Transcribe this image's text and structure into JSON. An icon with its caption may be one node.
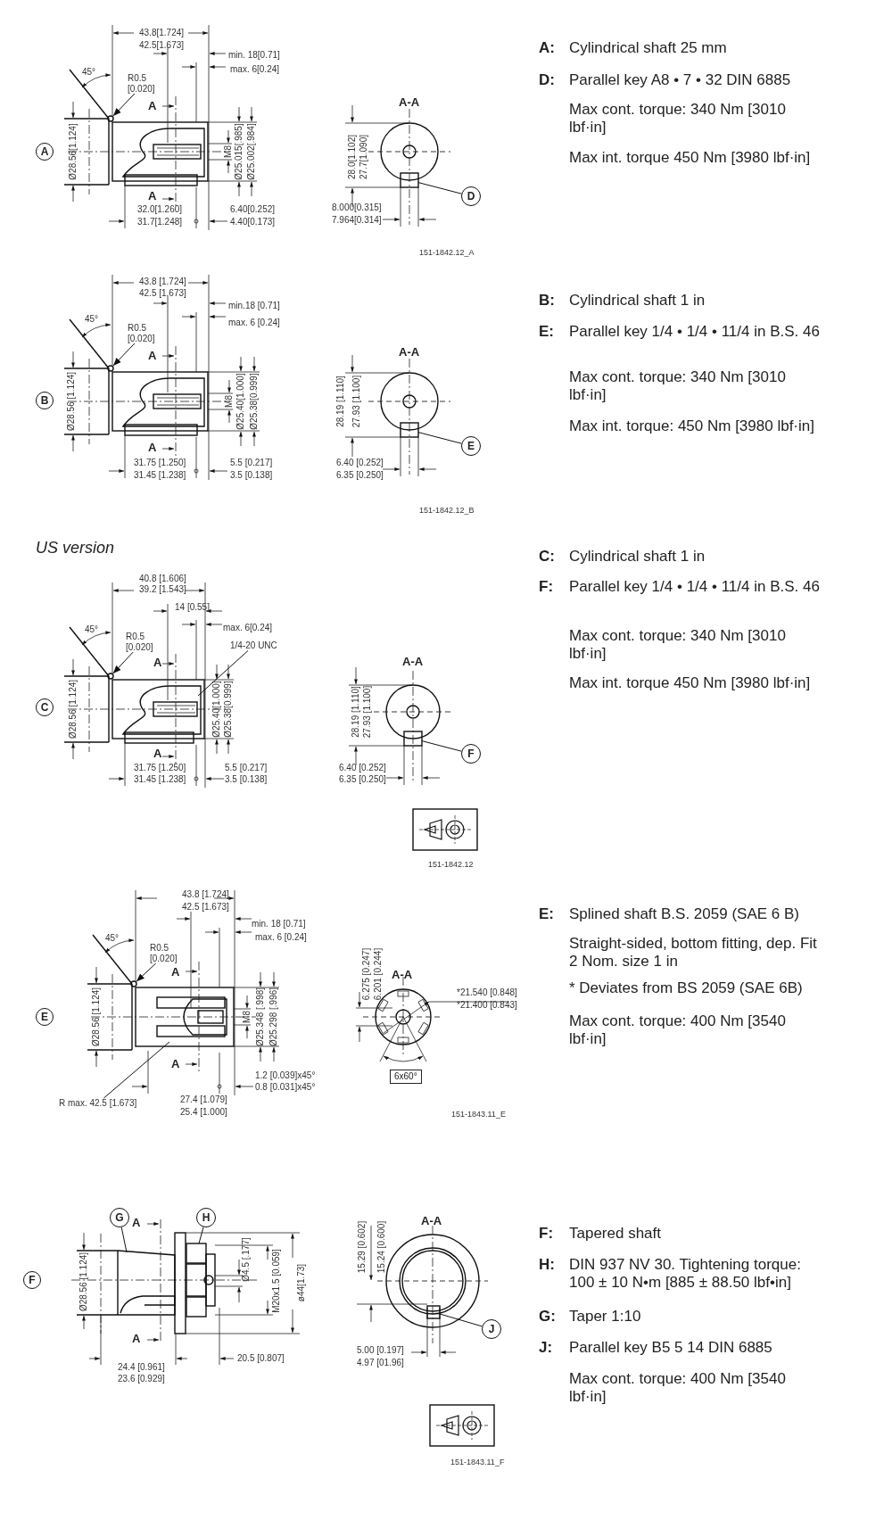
{
  "diagram": {
    "nodes": [
      {
        "text": [
          "A"
        ]
      },
      {
        "text": [
          "R0.5 [0.020]"
        ]
      },
      {
        "text": [
          "D"
        ]
      },
      {
        "text": [],
        "shape": "box"
      },
      {
        "text": [
          "B"
        ]
      },
      {
        "text": [
          "R0.5 [0.020]"
        ]
      },
      {
        "text": [
          "E"
        ]
      },
      {
        "text": [],
        "shape": "box"
      },
      {
        "text": [
          "R0.5 [0.020]"
        ]
      },
      {
        "text": [
          "1/4-20 UNC"
        ]
      },
      {
        "text": [
          "C"
        ]
      },
      {
        "text": [
          "F"
        ]
      },
      {
        "text": [],
        "shape": "box"
      },
      {
        "text": [
          "R0.5 [0.020]"
        ]
      },
      {
        "text": [
          "E"
        ]
      },
      {
        "text": [
          "R max. 42.5 [1.673]"
        ]
      },
      {
        "text": [
          "G"
        ]
      },
      {
        "text": [
          "H"
        ]
      },
      {
        "text": [
          "F"
        ]
      },
      {
        "text": [],
        "shape": "box"
      },
      {
        "text": [
          "J"
        ]
      },
      {
        "text": [],
        "shape": "box"
      },
      {
        "text": [],
        "shape": "circle"
      },
      {
        "text": [],
        "shape": "circle"
      },
      {
        "text": [],
        "shape": "circle"
      },
      {
        "text": [],
        "shape": "circle"
      }
    ],
    "edges": [
      {
        "from": 1,
        "to": 22,
        "arrow": "to"
      },
      {
        "from": 2,
        "to": 3,
        "arrow": "none"
      },
      {
        "from": 5,
        "to": 23,
        "arrow": "to"
      },
      {
        "from": 6,
        "to": 7,
        "arrow": "none"
      },
      {
        "from": 8,
        "to": 24,
        "arrow": "to"
      },
      {
        "from": 9,
        "to": null,
        "arrow": "none"
      },
      {
        "from": 11,
        "to": 12,
        "arrow": "none"
      },
      {
        "from": 13,
        "to": 25,
        "arrow": "to"
      },
      {
        "from": 15,
        "to": null,
        "arrow": "none"
      },
      {
        "from": 16,
        "to": null,
        "arrow": "none"
      },
      {
        "from": 17,
        "to": 19,
        "arrow": "none"
      },
      {
        "from": 20,
        "to": 21,
        "arrow": "none"
      }
    ],
    "labels": [
      "43.8[1.724]",
      "42.5[1.673]",
      "min. 18[0.71]",
      "45°",
      "max. 6[0.24]",
      "A",
      "Ø28.56[1.124]",
      "M8",
      "Ø25.015[.985]",
      "Ø25.002[.984]",
      "A",
      "32.0[1.260]",
      "31.7[1.248]",
      "6.40[0.252]",
      "4.40[0.173]",
      "A-A",
      "28.0[1.102]",
      "27.7[1.090]",
      "8.000[0.315]",
      "7.964[0.314]",
      "151-1842.12_A",
      "A:",
      "Cylindrical shaft 25 mm",
      "D:",
      "Parallel key A8 • 7 • 32 DIN 6885",
      "Max cont. torque: 340 Nm [3010 lbf·in]",
      "Max int. torque 450 Nm [3980 lbf·in]",
      "43.8 [1.724]",
      "42.5 [1.673]",
      "min.18 [0.71]",
      "45°",
      "max. 6 [0.24]",
      "A",
      "Ø28.56 [1.124]",
      "M8",
      "Ø25.40[1.000]",
      "Ø25.38[0.999]",
      "A",
      "31.75 [1.250]",
      "31.45 [1.238]",
      "5.5 [0.217]",
      "3.5 [0.138]",
      "A-A",
      "28.19 [1.110]",
      "27.93 [1.100]",
      "6.40 [0.252]",
      "6.35 [0.250]",
      "151-1842.12_B",
      "B:",
      "Cylindrical shaft 1 in",
      "E:",
      "Parallel key 1/4 • 1/4 • 11/4 in B.S. 46",
      "Max cont. torque: 340 Nm [3010 lbf·in]",
      "Max int. torque: 450 Nm [3980 lbf·in]",
      "US version",
      "40.8 [1.606]",
      "39.2 [1.543]",
      "14 [0.55]",
      "45°",
      "max. 6[0.24]",
      "A",
      "Ø28.56 [1.124]",
      "Ø25.40[1.000]",
      "Ø25.38[0.999]",
      "A",
      "31.75 [1.250]",
      "31.45 [1.238]",
      "5.5 [0.217]",
      "3.5 [0.138]",
      "A-A",
      "28.19 [1.110]",
      "27.93 [1.100]",
      "6.40 [0.252]",
      "6.35 [0.250]",
      "151-1842.12",
      "C:",
      "Cylindrical shaft 1 in",
      "F:",
      "Parallel key 1/4 • 1/4 • 11/4 in B.S. 46",
      "Max cont. torque: 340 Nm [3010 lbf·in]",
      "Max int. torque 450 Nm [3980 lbf·in]",
      "43.8 [1.724]",
      "42.5 [1.673]",
      "min. 18 [0.71]",
      "45°",
      "max. 6 [0.24]",
      "A",
      "Ø28.56 [1.124]",
      "M8",
      "Ø25.348 [.998]",
      "Ø25.298 [.996]",
      "A",
      "1.2 [0.039]x45°",
      "0.8 [0.031]x45°",
      "27.4 [1.079]",
      "25.4 [1.000]",
      "6.275 [0.247]",
      "6.201 [0.244]",
      "A-A",
      "*21.540 [0.848]",
      "*21.400 [0.843]",
      "6x60°",
      "151-1843.11_E",
      "E:",
      "Splined shaft B.S. 2059 (SAE 6 B)",
      "Straight-sided, bottom fitting, dep. Fit 2 Nom. size 1 in",
      "* Deviates from BS 2059 (SAE 6B)",
      "Max cont. torque: 400 Nm [3540 lbf·in]",
      "A",
      "Ø28.56 [1.124]",
      "Ø4.5 [.177]",
      "M20x1.5 [0.059]",
      "ø44[1.73]",
      "A",
      "24.4 [0.961]",
      "23.6 [0.929]",
      "20.5 [0.807]",
      "15.29 [0.602]",
      "15.24 [0.600]",
      "A-A",
      "5.00 [0.197]",
      "4.97 [01.96]",
      "151-1843.11_F",
      "F:",
      "Tapered shaft",
      "H:",
      "DIN 937 NV 30. Tightening torque: 100 ± 10 N•m [885 ± 88.50 lbf•in]",
      "G:",
      "Taper 1:10",
      "J:",
      "Parallel key B5 5 14 DIN 6885",
      "Max cont. torque: 400 Nm [3540 lbf·in]"
    ]
  }
}
